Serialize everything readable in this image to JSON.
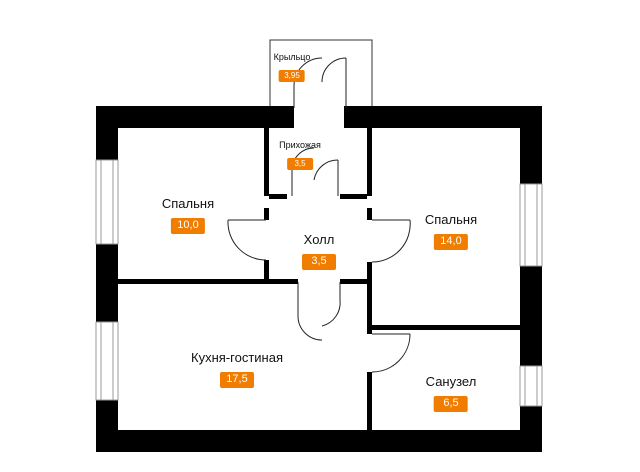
{
  "colors": {
    "wall": "#000000",
    "window": "#cfcfcf",
    "badge": "#f07c00",
    "badge_text": "#ffffff",
    "text": "#111111"
  },
  "rooms": [
    {
      "id": "porch",
      "name": "Крыльцо",
      "area": "3,95"
    },
    {
      "id": "hallway",
      "name": "Прихожая",
      "area": "3,5"
    },
    {
      "id": "bedroom1",
      "name": "Спальня",
      "area": "10,0"
    },
    {
      "id": "hall",
      "name": "Холл",
      "area": "3,5"
    },
    {
      "id": "bedroom2",
      "name": "Спальня",
      "area": "14,0"
    },
    {
      "id": "kitchen",
      "name": "Кухня-гостиная",
      "area": "17,5"
    },
    {
      "id": "bathroom",
      "name": "Санузел",
      "area": "6,5"
    }
  ]
}
